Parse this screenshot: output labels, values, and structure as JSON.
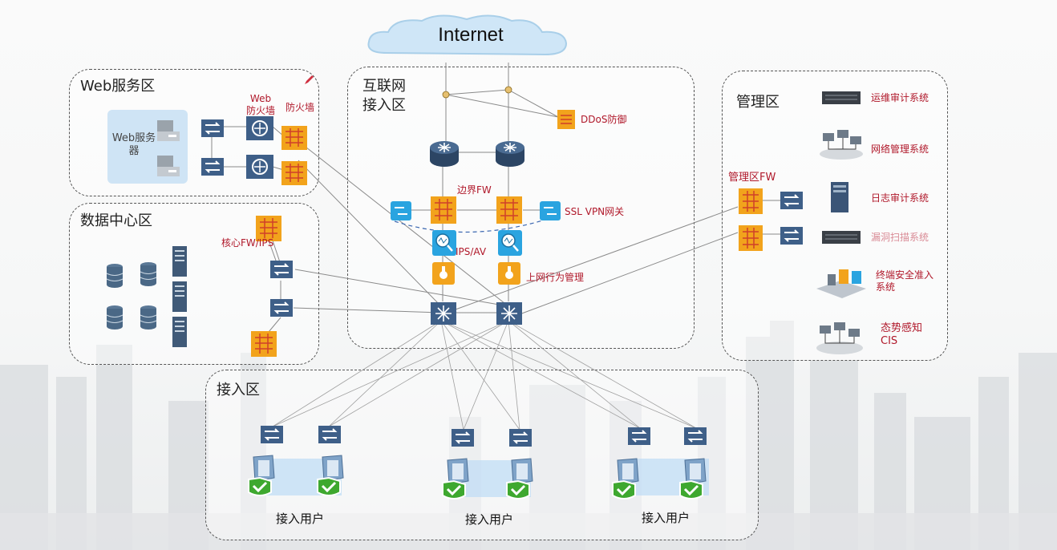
{
  "diagram": {
    "internet": "Internet",
    "zones": {
      "web": "Web服务区",
      "datacenter": "数据中心区",
      "internet_access": "互联网\n接入区",
      "management": "管理区",
      "access": "接入区"
    },
    "web_zone": {
      "server_label": "Web服务\n器",
      "web_fw_label": "Web\n防火墙",
      "fw_label": "防火墙"
    },
    "datacenter_zone": {
      "core_fw_label": "核心FW/IPS"
    },
    "internet_zone": {
      "ddos_label": "DDoS防御",
      "border_fw_label": "边界FW",
      "ssl_vpn_label": "SSL VPN网关",
      "ips_av_label": "IPS/AV",
      "behavior_label": "上网行为管理"
    },
    "management_zone": {
      "mgmt_fw_label": "管理区FW",
      "systems": [
        {
          "name": "运维审计系统",
          "icon": "rack-server-icon"
        },
        {
          "name": "网络管理系统",
          "icon": "network-management-icon"
        },
        {
          "name": "日志审计系统",
          "icon": "log-server-icon"
        },
        {
          "name": "漏洞扫描系统",
          "icon": "rack-server-icon"
        },
        {
          "name": "终端安全准入\n系统",
          "icon": "endpoint-security-icon"
        },
        {
          "name": "态势感知\nCIS",
          "icon": "situational-awareness-icon"
        }
      ]
    },
    "access_zone": {
      "user_groups": [
        "接入用户",
        "接入用户",
        "接入用户"
      ]
    },
    "colors": {
      "firewall": "#f2a31c",
      "router": "#3d5d82",
      "switch": "#3e5f88",
      "security_appliance": "#2aa4e0",
      "label_red": "#b0182a",
      "cloud": "#cfe6f7",
      "shield": "#3ea82f"
    }
  }
}
